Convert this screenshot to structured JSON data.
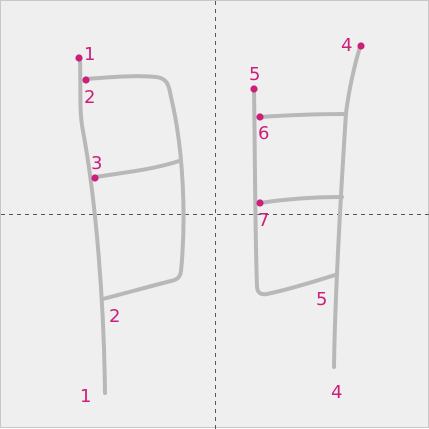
{
  "colors": {
    "background": "#efefef",
    "stroke": "#b8b8b8",
    "guide": "#555555",
    "accent": "#cc1f7a"
  },
  "labels": {
    "s1_start": "1",
    "s1_end": "1",
    "s2_start": "2",
    "s2_end": "2",
    "s3_start": "3",
    "s4_start": "4",
    "s4_end": "4",
    "s5_start": "5",
    "s5_end": "5",
    "s6_start": "6",
    "s7_start": "7"
  }
}
